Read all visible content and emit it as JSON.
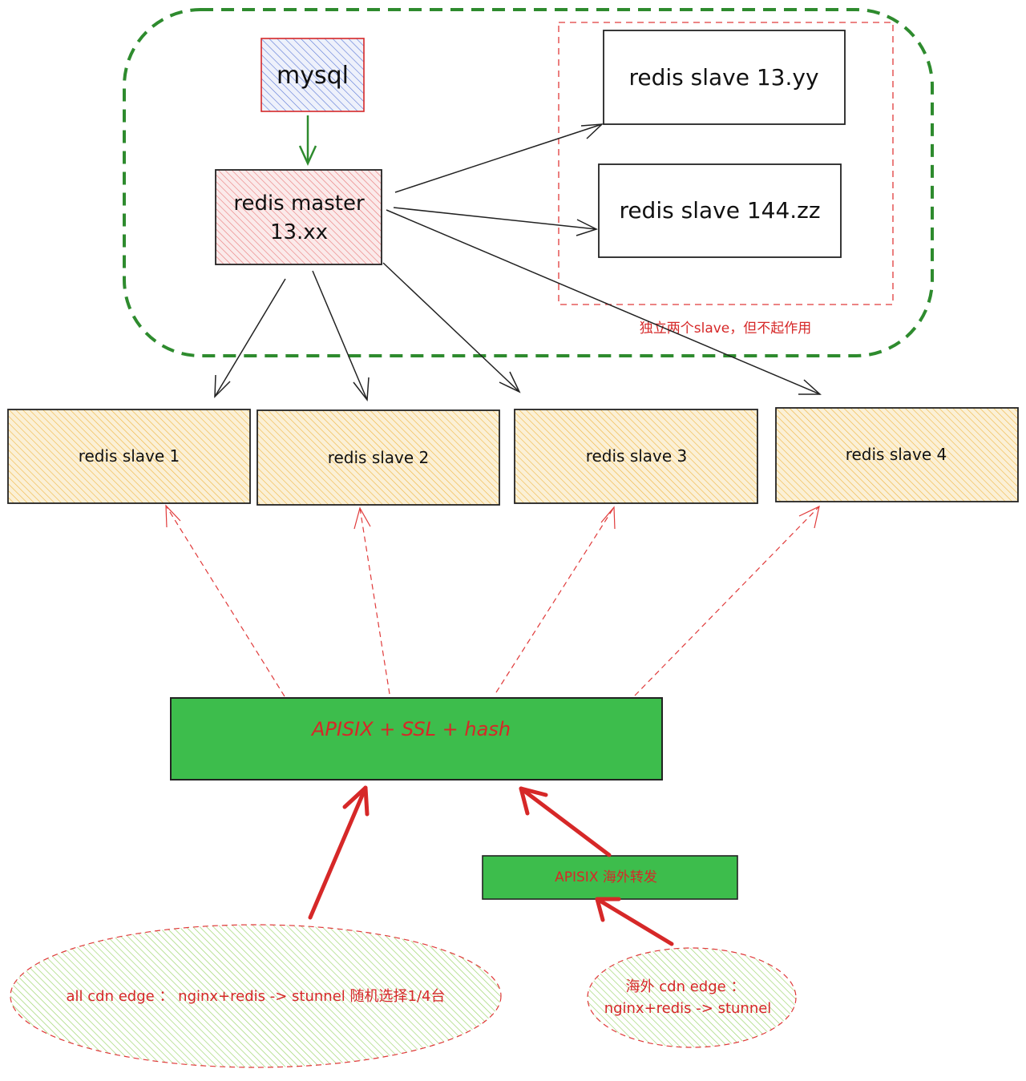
{
  "nodes": {
    "mysql": "mysql",
    "redis_master_line1": "redis master",
    "redis_master_line2": "13.xx",
    "slave_yy": "redis slave 13.yy",
    "slave_zz": "redis slave 144.zz",
    "isolated_note": "独立两个slave，但不起作用",
    "slave1": "redis slave 1",
    "slave2": "redis slave 2",
    "slave3": "redis slave 3",
    "slave4": "redis slave 4",
    "apisix": "APISIX + SSL + hash",
    "apisix_overseas": "APISIX 海外转发",
    "cdn_all": "all cdn edge ： nginx+redis -> stunnel 随机选择1/4台",
    "cdn_overseas_line1": "海外 cdn edge ：",
    "cdn_overseas_line2": "nginx+redis -> stunnel"
  },
  "colors": {
    "green_dashed_group": "#2e8b2e",
    "red_dashed": "#e03a3a",
    "mysql_fill": "#5b78d6",
    "master_fill": "#e87777",
    "slave_fill": "#f2c14e",
    "apisix_fill": "#3dbd4c",
    "cdn_fill": "#9bd46a",
    "strong_arrow": "#d62828"
  }
}
